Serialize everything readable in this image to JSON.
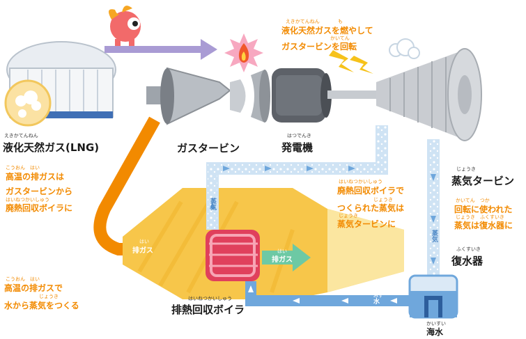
{
  "labels": {
    "lng_ruby": "えきかてんねん",
    "lng": "液化天然ガス(LNG)",
    "gas_turbine": "ガスタービン",
    "generator_ruby": "はつでんき",
    "generator": "発電機",
    "steam_turbine_ruby": "じょうき",
    "steam_turbine": "蒸気タービン",
    "condenser_ruby": "ふくすいき",
    "condenser": "復水器",
    "hrsg_ruby": "はいねつかいしゅう",
    "hrsg": "排熱回収ボイラ",
    "seawater_ruby": "かいすい",
    "seawater": "海水"
  },
  "notes": {
    "top_ruby1": "えきかてんねん",
    "top_ruby2": "も",
    "top_line1": "液化天然ガスを燃やして",
    "top_ruby3": "かいてん",
    "top_line2": "ガスタービンを回転",
    "left1_ruby": "こうおん　はい",
    "left1_line1": "高温の排ガスは",
    "left1_line2": "ガスタービンから",
    "left1_ruby2": "はいねつかいしゅう",
    "left1_line3": "廃熱回収ボイラに",
    "mid_ruby1": "はいねつかいしゅう",
    "mid_line1": "廃熱回収ボイラで",
    "mid_ruby2": "じょうき",
    "mid_line2": "つくられた蒸気は",
    "mid_ruby3": "じょうき",
    "mid_line3": "蒸気タービンに",
    "right_ruby1": "かいてん　つか",
    "right_line1": "回転に使われた",
    "right_ruby2": "じょうき　ふくすいき",
    "right_line2": "蒸気は復水器に",
    "left2_ruby": "こうおん　はい",
    "left2_line1": "高温の排ガスで",
    "left2_ruby2": "じょうき",
    "left2_line2": "水から蒸気をつくる"
  },
  "pipe_labels": {
    "exhaust_in_ruby": "はい",
    "exhaust_in": "排ガス",
    "exhaust_out_ruby": "はい",
    "exhaust_out": "排ガス",
    "steam_left": "蒸気",
    "steam_right": "蒸気",
    "water_ruby": "みず",
    "water": "水"
  },
  "colors": {
    "orange": "#f28a00",
    "purple_arrow": "#a99bd4",
    "blue_water": "#6fa7dc",
    "steam_pipe": "#cfe3f4",
    "boiler": "#f7c64a",
    "red_coil": "#e0405c",
    "green_arrow": "#6dc9a4",
    "yellow_spark": "#f6c21b"
  }
}
